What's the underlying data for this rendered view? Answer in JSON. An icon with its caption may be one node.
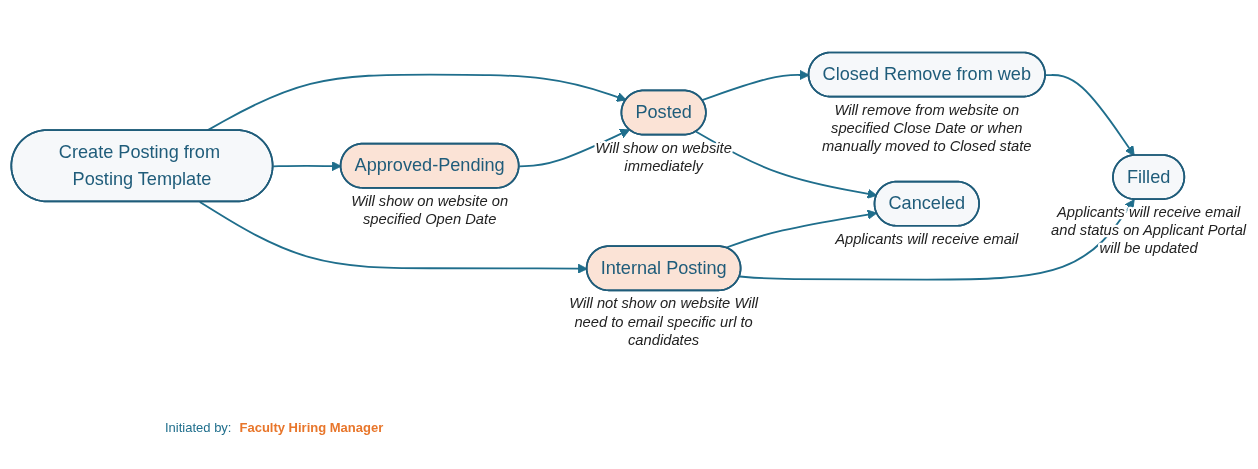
{
  "diagram": {
    "nodes": [
      {
        "text": [
          "Create Posting from Posting Template"
        ]
      },
      {
        "text": [
          "Approved-Pending"
        ],
        "beside": [
          "Will show on website on specified Open Date"
        ]
      },
      {
        "text": [
          "Posted"
        ],
        "beside": [
          "Will show on website immediately"
        ]
      },
      {
        "text": [
          "Closed Remove from web"
        ],
        "beside": [
          "Will remove from website on specified Close Date or when manually moved to Closed state"
        ]
      },
      {
        "text": [
          "Filled"
        ],
        "beside": [
          "Applicants will receive email and status on Applicant Portal will be updated"
        ]
      },
      {
        "text": [
          "Canceled"
        ],
        "beside": [
          "Applicants will receive email"
        ]
      },
      {
        "text": [
          "Internal Posting"
        ],
        "beside": [
          "Will not show on website Will need to email specific url to candidates"
        ]
      }
    ],
    "edges": [
      {
        "from": 0,
        "to": 1,
        "arrow": "to"
      },
      {
        "from": 0,
        "to": 2,
        "arrow": "to"
      },
      {
        "from": 0,
        "to": 6,
        "arrow": "to"
      },
      {
        "from": 1,
        "to": 2,
        "arrow": "to"
      },
      {
        "from": 2,
        "to": 3,
        "arrow": "to"
      },
      {
        "from": 3,
        "to": 4,
        "arrow": "to"
      },
      {
        "from": 2,
        "to": 5,
        "arrow": "to"
      },
      {
        "from": 6,
        "to": 5,
        "arrow": "to"
      },
      {
        "from": 6,
        "to": 4,
        "arrow": "to"
      }
    ],
    "labels": [
      "Initiated by:",
      "Faculty Hiring Manager"
    ]
  }
}
